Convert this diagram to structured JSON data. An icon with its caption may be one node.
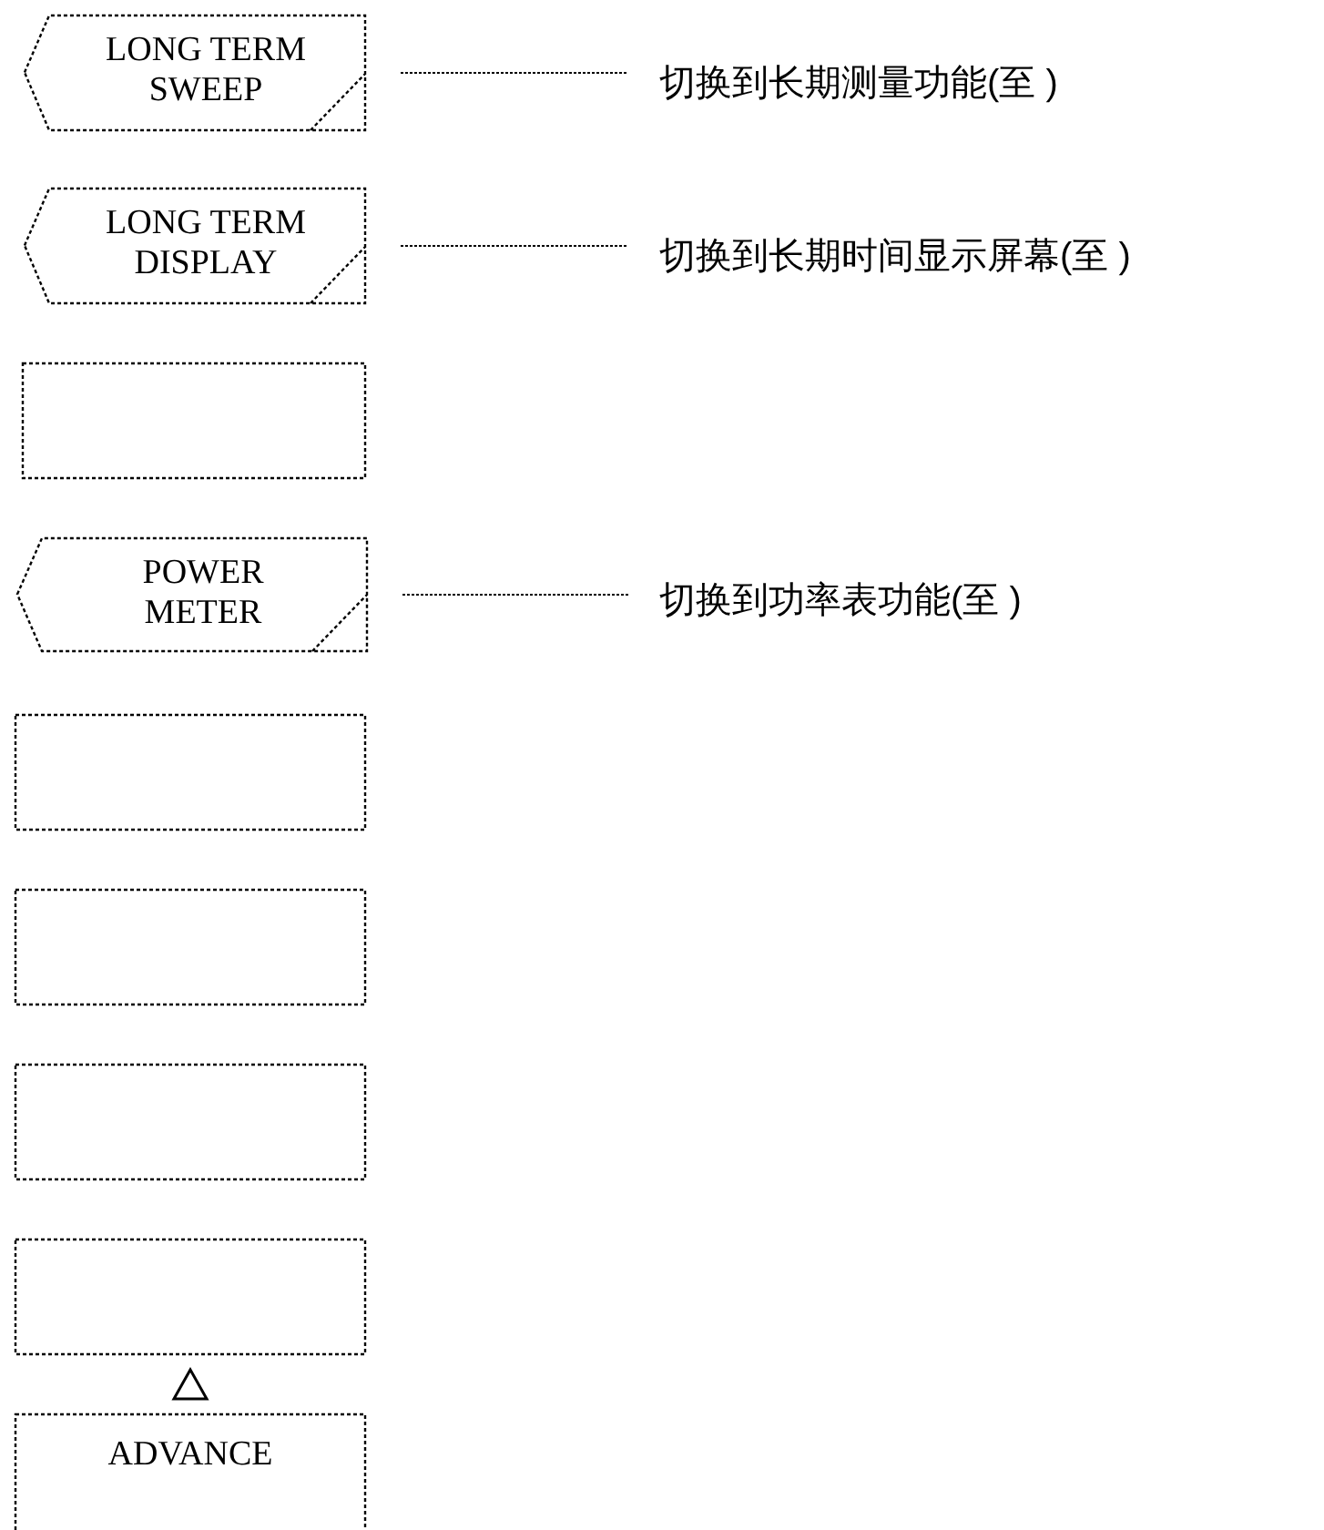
{
  "diagram": {
    "nodes": [
      {
        "text": [
          "LONG TERM SWEEP"
        ]
      },
      {
        "text": [
          "切换到长期测量功能(至 )"
        ]
      },
      {
        "text": [
          "LONG TERM DISPLAY"
        ]
      },
      {
        "text": [
          "切换到长期时间显示屏幕(至 )"
        ]
      },
      {
        "text": [],
        "shape": "box"
      },
      {
        "text": [
          "POWER METER"
        ]
      },
      {
        "text": [
          "切换到功率表功能(至 )"
        ]
      },
      {
        "text": [],
        "shape": "box"
      },
      {
        "text": [],
        "shape": "box"
      },
      {
        "text": [],
        "shape": "box"
      },
      {
        "text": [],
        "shape": "box"
      },
      {
        "text": [
          "ADVANCE"
        ]
      }
    ],
    "edges": [
      {
        "from": 0,
        "to": 1,
        "arrow": "none"
      },
      {
        "from": 2,
        "to": 3,
        "arrow": "none"
      },
      {
        "from": 5,
        "to": 6,
        "arrow": "none"
      },
      {
        "from": 11,
        "to": 10,
        "arrow": "to"
      }
    ]
  }
}
